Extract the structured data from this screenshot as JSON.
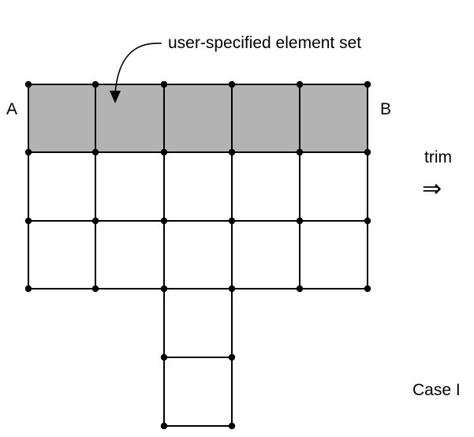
{
  "diagram": {
    "annotation": "user-specified element set",
    "label_left": "A",
    "label_right": "B",
    "arrow_label": "trim",
    "arrow_symbol": "⇒",
    "case_label": "Case I"
  },
  "colors": {
    "shaded_fill": "#b3b3b3",
    "line": "#000000",
    "node": "#000000"
  },
  "mesh": {
    "grid_columns": 5,
    "grid_rows": 3,
    "shaded_row": 0,
    "stem_column": 2,
    "stem_rows": 2
  }
}
